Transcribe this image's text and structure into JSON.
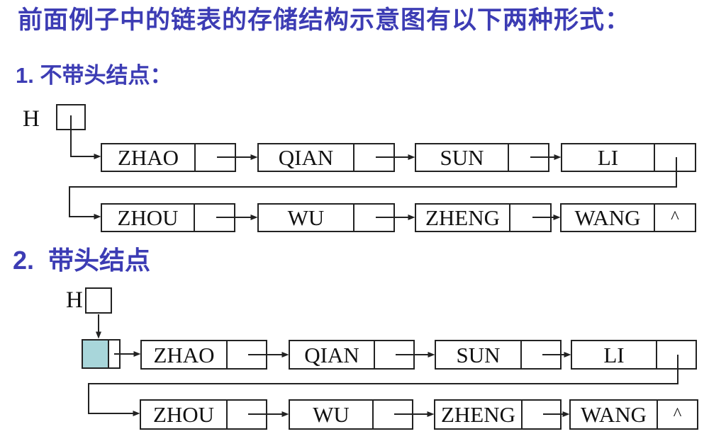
{
  "title": "前面例子中的链表的存储结构示意图有以下两种形式：",
  "colors": {
    "heading_blue": "#3c3cb4",
    "head_node_fill": "#a8d6da",
    "line_color": "#222222"
  },
  "null_symbol": "^",
  "sections": [
    {
      "heading": "1. 不带头结点：",
      "head_pointer_label": "H",
      "has_head_node": false,
      "rows": [
        {
          "nodes": [
            {
              "name": "ZHAO",
              "next": ""
            },
            {
              "name": "QIAN",
              "next": ""
            },
            {
              "name": "SUN",
              "next": ""
            },
            {
              "name": "LI",
              "next": ""
            }
          ]
        },
        {
          "nodes": [
            {
              "name": "ZHOU",
              "next": ""
            },
            {
              "name": "WU",
              "next": ""
            },
            {
              "name": "ZHENG",
              "next": ""
            },
            {
              "name": "WANG",
              "next": "^"
            }
          ]
        }
      ]
    },
    {
      "heading": "2.  带头结点",
      "head_pointer_label": "H",
      "has_head_node": true,
      "rows": [
        {
          "nodes": [
            {
              "name": "ZHAO",
              "next": ""
            },
            {
              "name": "QIAN",
              "next": ""
            },
            {
              "name": "SUN",
              "next": ""
            },
            {
              "name": "LI",
              "next": ""
            }
          ]
        },
        {
          "nodes": [
            {
              "name": "ZHOU",
              "next": ""
            },
            {
              "name": "WU",
              "next": ""
            },
            {
              "name": "ZHENG",
              "next": ""
            },
            {
              "name": "WANG",
              "next": "^"
            }
          ]
        }
      ]
    }
  ]
}
